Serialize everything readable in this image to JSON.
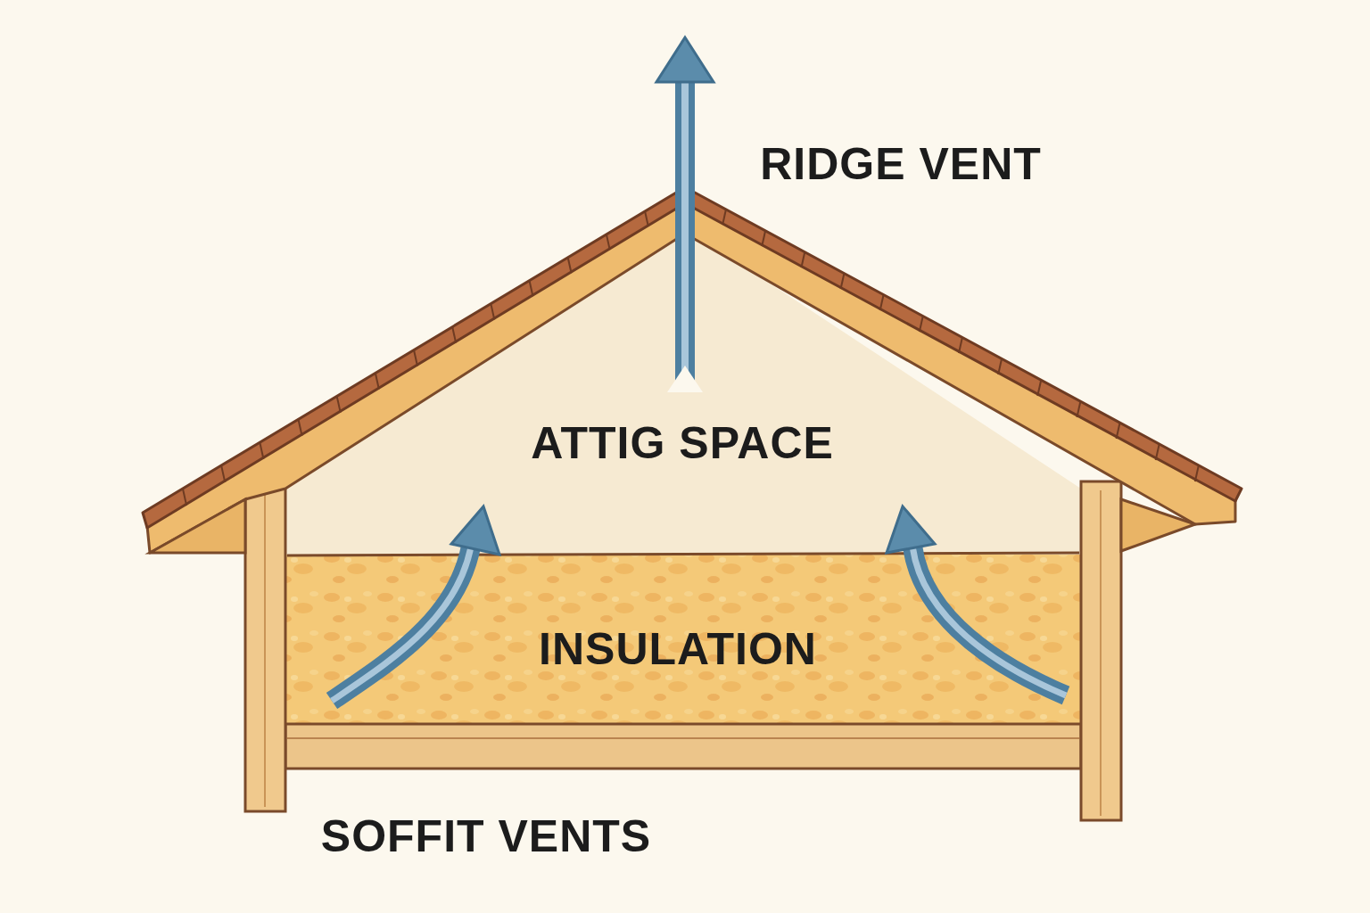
{
  "diagram": {
    "nodes": [
      {
        "text": [
          "ATTIG SPACE"
        ]
      },
      {
        "text": [
          "INSULATION"
        ]
      }
    ],
    "labels": [
      "RIDGE VENT",
      "SOFFIT VENTS"
    ]
  }
}
